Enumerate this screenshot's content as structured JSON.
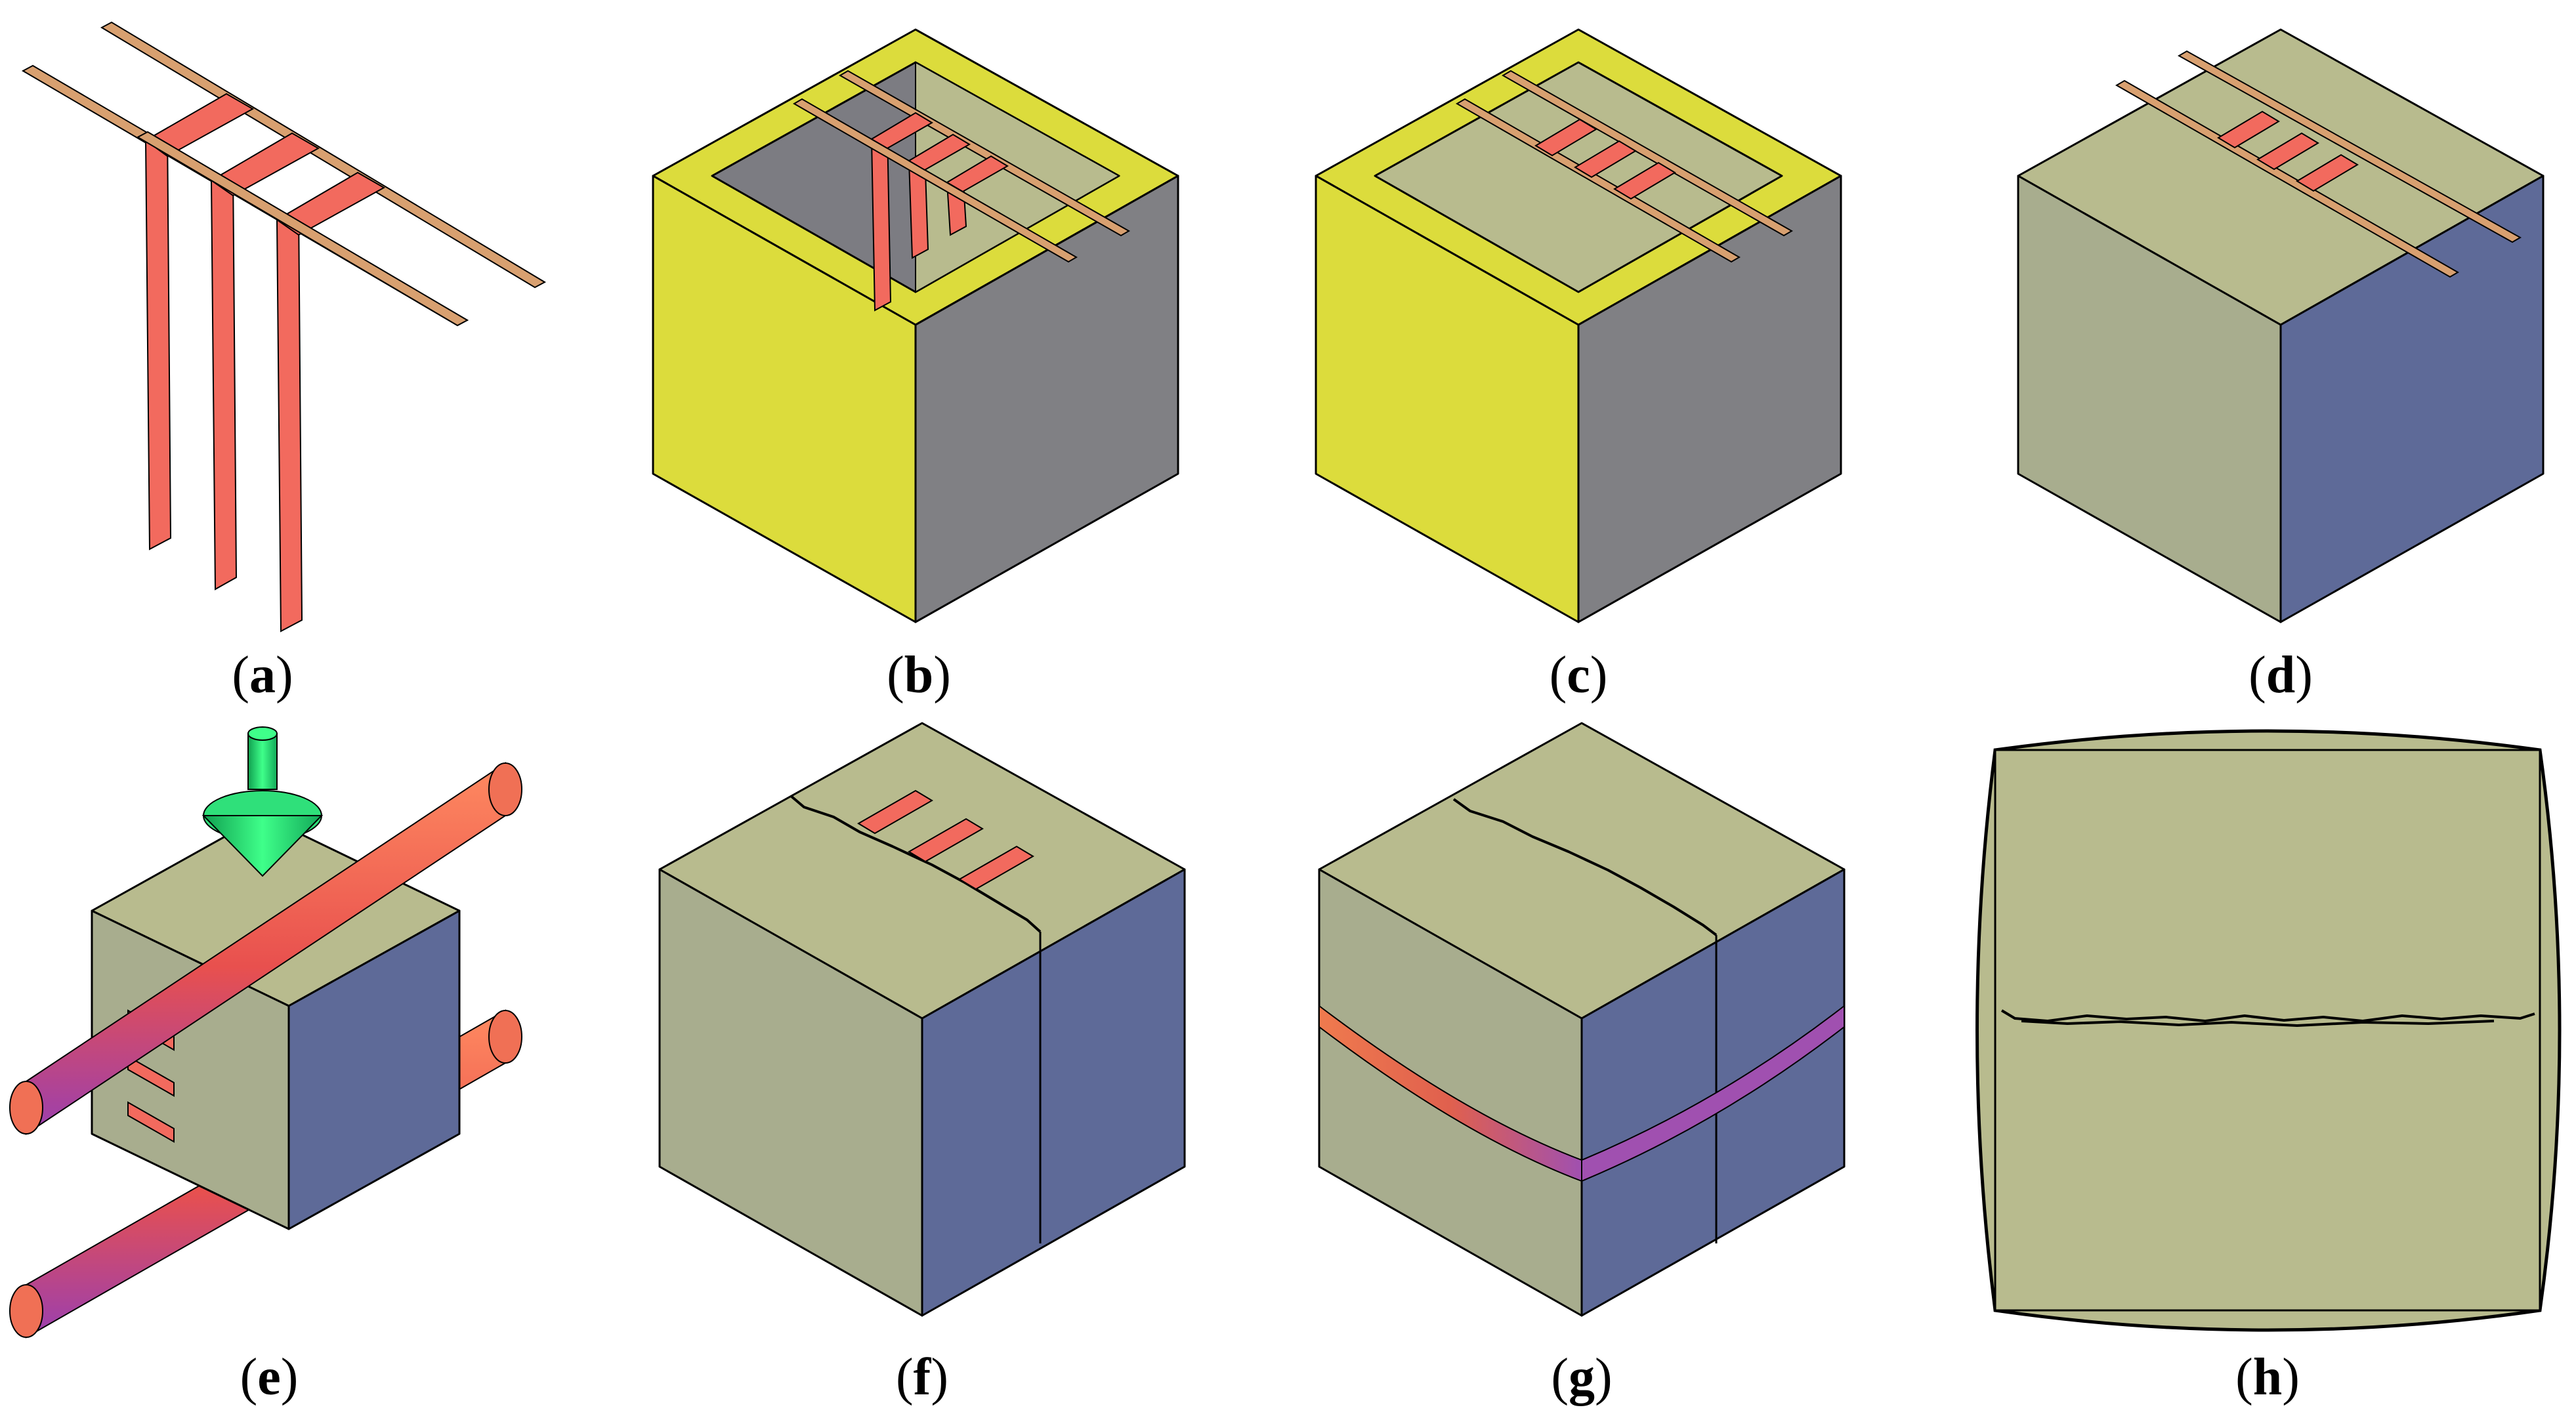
{
  "panels": [
    {
      "id": "a",
      "label": "a",
      "display": "(a)"
    },
    {
      "id": "b",
      "label": "b",
      "display": "(b)"
    },
    {
      "id": "c",
      "label": "c",
      "display": "(c)"
    },
    {
      "id": "d",
      "label": "d",
      "display": "(d)"
    },
    {
      "id": "e",
      "label": "e",
      "display": "(e)"
    },
    {
      "id": "f",
      "label": "f",
      "display": "(f)"
    },
    {
      "id": "g",
      "label": "g",
      "display": "(g)"
    },
    {
      "id": "h",
      "label": "h",
      "display": "(h)"
    }
  ],
  "colors": {
    "mould_yellow": "#dcdc3c",
    "mould_grey": "#808084",
    "mould_inner": "#b8bb8e",
    "concrete_top": "#b8bb8e",
    "concrete_left": "#a8ad8e",
    "concrete_right": "#5e6a98",
    "steel_strip": "#f26a5e",
    "wooden_rod": "#d8a070",
    "loading_cylinder": "#f07055",
    "load_arrow": "#2fe07a"
  },
  "icons": [
    "load-arrow-icon"
  ]
}
